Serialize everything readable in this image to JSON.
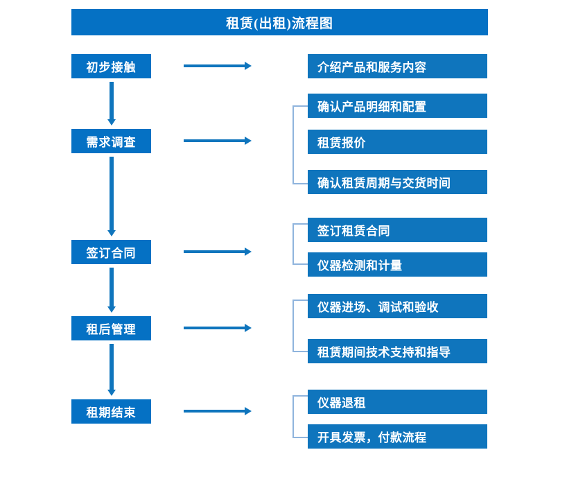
{
  "diagram": {
    "title": "租赁(出租)流程图",
    "colors": {
      "title_bar": "#0571c4",
      "stage_box": "#0571c4",
      "detail_box": "#0f75bd",
      "arrow": "#0f75bd",
      "bracket": "#8fb4dd",
      "text": "#ffffff",
      "background": "#ffffff"
    },
    "stages": [
      {
        "label": "初步接触"
      },
      {
        "label": "需求调查"
      },
      {
        "label": "签订合同"
      },
      {
        "label": "租后管理"
      },
      {
        "label": "租期结束"
      }
    ],
    "details": [
      {
        "label": "介绍产品和服务内容"
      },
      {
        "label": "确认产品明细和配置"
      },
      {
        "label": "租赁报价"
      },
      {
        "label": "确认租赁周期与交货时间"
      },
      {
        "label": "签订租赁合同"
      },
      {
        "label": "仪器检测和计量"
      },
      {
        "label": "仪器进场、调试和验收"
      },
      {
        "label": "租赁期间技术支持和指导"
      },
      {
        "label": "仪器退租"
      },
      {
        "label": "开具发票，付款流程"
      }
    ]
  }
}
